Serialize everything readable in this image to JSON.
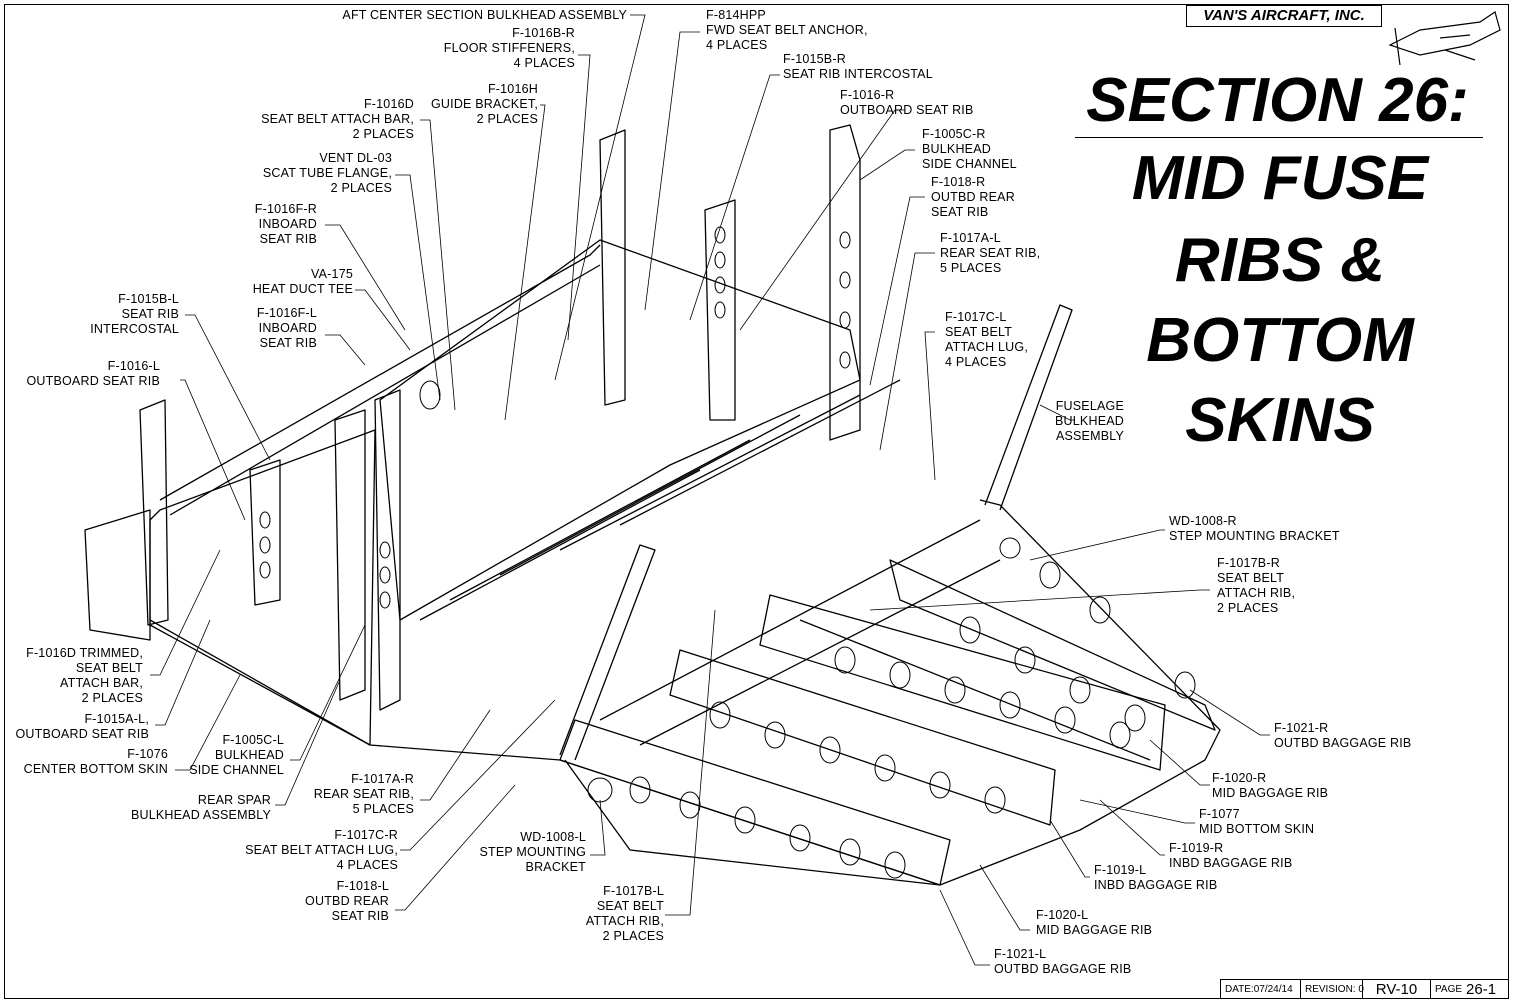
{
  "title_block": {
    "company": "VAN'S AIRCRAFT, INC.",
    "title_lines": [
      "SECTION 26:",
      "MID FUSE",
      "RIBS &",
      "BOTTOM",
      "SKINS"
    ],
    "date_label": "DATE:",
    "date": "07/24/14",
    "revision_label": "REVISION:",
    "revision": "0",
    "model": "RV-10",
    "page_label": "PAGE",
    "page": "26-1"
  },
  "callouts": [
    {
      "id": "aft-center-section-bulkhead",
      "text": "AFT CENTER SECTION BULKHEAD ASSEMBLY"
    },
    {
      "id": "f-1016b-r",
      "text": "F-1016B-R\nFLOOR STIFFENERS,\n4 PLACES"
    },
    {
      "id": "f-814hpp",
      "text": "F-814HPP\nFWD SEAT BELT ANCHOR,\n4 PLACES"
    },
    {
      "id": "f-1015b-r",
      "text": "F-1015B-R\nSEAT RIB INTERCOSTAL"
    },
    {
      "id": "f-1016-r",
      "text": "F-1016-R\nOUTBOARD SEAT RIB"
    },
    {
      "id": "f-1016h",
      "text": "F-1016H\nGUIDE BRACKET,\n2 PLACES"
    },
    {
      "id": "f-1016d",
      "text": "F-1016D\nSEAT BELT ATTACH BAR,\n2 PLACES"
    },
    {
      "id": "f-1005c-r",
      "text": "F-1005C-R\nBULKHEAD\nSIDE CHANNEL"
    },
    {
      "id": "vent-dl-03",
      "text": "VENT DL-03\nSCAT TUBE FLANGE,\n2 PLACES"
    },
    {
      "id": "f-1018-r",
      "text": "F-1018-R\nOUTBD REAR\nSEAT RIB"
    },
    {
      "id": "f-1016f-r",
      "text": "F-1016F-R\nINBOARD\nSEAT RIB"
    },
    {
      "id": "f-1017a-l",
      "text": "F-1017A-L\nREAR SEAT RIB,\n5 PLACES"
    },
    {
      "id": "va-175",
      "text": "VA-175\nHEAT DUCT TEE"
    },
    {
      "id": "f-1015b-l",
      "text": "F-1015B-L\nSEAT RIB\nINTERCOSTAL"
    },
    {
      "id": "f-1016f-l",
      "text": "F-1016F-L\nINBOARD\nSEAT RIB"
    },
    {
      "id": "f-1017c-l",
      "text": "F-1017C-L\nSEAT BELT\nATTACH LUG,\n4 PLACES"
    },
    {
      "id": "f-1016-l",
      "text": "F-1016-L\nOUTBOARD SEAT RIB"
    },
    {
      "id": "fuselage-bulkhead",
      "text": "FUSELAGE\nBULKHEAD\nASSEMBLY"
    },
    {
      "id": "wd-1008-r",
      "text": "WD-1008-R\nSTEP MOUNTING BRACKET"
    },
    {
      "id": "f-1017b-r",
      "text": "F-1017B-R\nSEAT BELT\nATTACH RIB,\n2 PLACES"
    },
    {
      "id": "f-1016d-trimmed",
      "text": "F-1016D TRIMMED,\nSEAT BELT\nATTACH BAR,\n2 PLACES"
    },
    {
      "id": "f-1015a-l",
      "text": "F-1015A-L,\nOUTBOARD SEAT RIB"
    },
    {
      "id": "f-1076",
      "text": "F-1076\nCENTER BOTTOM SKIN"
    },
    {
      "id": "f-1005c-l",
      "text": "F-1005C-L\nBULKHEAD\nSIDE CHANNEL"
    },
    {
      "id": "f-1021-r",
      "text": "F-1021-R\nOUTBD BAGGAGE RIB"
    },
    {
      "id": "f-1020-r",
      "text": "F-1020-R\nMID BAGGAGE RIB"
    },
    {
      "id": "rear-spar-bulkhead",
      "text": "REAR SPAR\nBULKHEAD ASSEMBLY"
    },
    {
      "id": "f-1017a-r",
      "text": "F-1017A-R\nREAR SEAT RIB,\n5 PLACES"
    },
    {
      "id": "f-1077",
      "text": "F-1077\nMID BOTTOM SKIN"
    },
    {
      "id": "f-1017c-r",
      "text": "F-1017C-R\nSEAT BELT ATTACH LUG,\n4 PLACES"
    },
    {
      "id": "wd-1008-l",
      "text": "WD-1008-L\nSTEP MOUNTING\nBRACKET"
    },
    {
      "id": "f-1019-r",
      "text": "F-1019-R\nINBD BAGGAGE RIB"
    },
    {
      "id": "f-1019-l",
      "text": "F-1019-L\nINBD BAGGAGE RIB"
    },
    {
      "id": "f-1018-l",
      "text": "F-1018-L\nOUTBD REAR\nSEAT RIB"
    },
    {
      "id": "f-1017b-l",
      "text": "F-1017B-L\nSEAT BELT\nATTACH RIB,\n2 PLACES"
    },
    {
      "id": "f-1020-l",
      "text": "F-1020-L\nMID BAGGAGE RIB"
    },
    {
      "id": "f-1021-l",
      "text": "F-1021-L\nOUTBD BAGGAGE RIB"
    }
  ]
}
